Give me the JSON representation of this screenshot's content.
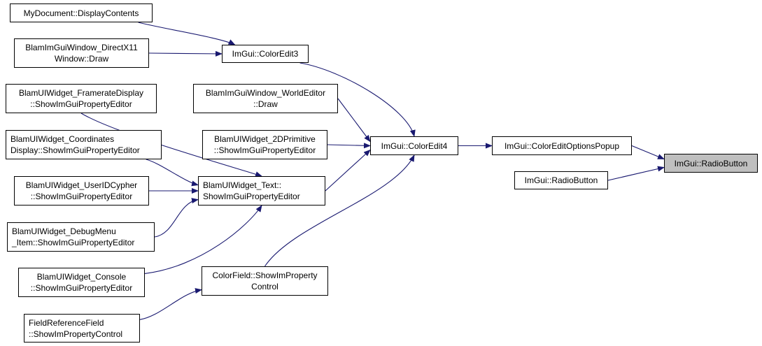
{
  "colors": {
    "edge": "#191970",
    "node_border": "#000000",
    "node_fill": "#ffffff",
    "current_fill": "#bfbfbf"
  },
  "nodes": {
    "radio_button_current": {
      "lines": [
        "ImGui::RadioButton"
      ]
    },
    "radio_button_other": {
      "lines": [
        "ImGui::RadioButton"
      ]
    },
    "color_edit_options_popup": {
      "lines": [
        "ImGui::ColorEditOptionsPopup"
      ]
    },
    "color_edit4": {
      "lines": [
        "ImGui::ColorEdit4"
      ]
    },
    "color_edit3": {
      "lines": [
        "ImGui::ColorEdit3"
      ]
    },
    "my_document_display_contents": {
      "lines": [
        "MyDocument::DisplayContents"
      ]
    },
    "directx11_window_draw": {
      "lines": [
        "BlamImGuiWindow_DirectX11",
        "Window::Draw"
      ]
    },
    "world_editor_draw": {
      "lines": [
        "BlamImGuiWindow_WorldEditor",
        "::Draw"
      ]
    },
    "primitive_2d_editor": {
      "lines": [
        "BlamUIWidget_2DPrimitive",
        "::ShowImGuiPropertyEditor"
      ]
    },
    "text_editor": {
      "lines": [
        "BlamUIWidget_Text::",
        "ShowImGuiPropertyEditor"
      ]
    },
    "framerate_display_editor": {
      "lines": [
        "BlamUIWidget_FramerateDisplay",
        "::ShowImGuiPropertyEditor"
      ]
    },
    "coordinates_display_editor": {
      "lines": [
        "BlamUIWidget_Coordinates",
        "Display::ShowImGuiPropertyEditor"
      ]
    },
    "userid_cypher_editor": {
      "lines": [
        "BlamUIWidget_UserIDCypher",
        "::ShowImGuiPropertyEditor"
      ]
    },
    "debug_menu_item_editor": {
      "lines": [
        "BlamUIWidget_DebugMenu",
        "_Item::ShowImGuiPropertyEditor"
      ]
    },
    "console_editor": {
      "lines": [
        "BlamUIWidget_Console",
        "::ShowImGuiPropertyEditor"
      ]
    },
    "color_field_show_property_control": {
      "lines": [
        "ColorField::ShowImProperty",
        "Control"
      ]
    },
    "field_reference_field_show_property_control": {
      "lines": [
        "FieldReferenceField",
        "::ShowImPropertyControl"
      ]
    }
  },
  "edges": [
    {
      "from": "color_edit_options_popup",
      "to": "radio_button_current"
    },
    {
      "from": "radio_button_other",
      "to": "radio_button_current"
    },
    {
      "from": "color_edit4",
      "to": "color_edit_options_popup"
    },
    {
      "from": "color_edit3",
      "to": "color_edit4"
    },
    {
      "from": "world_editor_draw",
      "to": "color_edit4"
    },
    {
      "from": "primitive_2d_editor",
      "to": "color_edit4"
    },
    {
      "from": "text_editor",
      "to": "color_edit4"
    },
    {
      "from": "color_field_show_property_control",
      "to": "color_edit4"
    },
    {
      "from": "my_document_display_contents",
      "to": "color_edit3"
    },
    {
      "from": "directx11_window_draw",
      "to": "color_edit3"
    },
    {
      "from": "framerate_display_editor",
      "to": "text_editor"
    },
    {
      "from": "coordinates_display_editor",
      "to": "text_editor"
    },
    {
      "from": "userid_cypher_editor",
      "to": "text_editor"
    },
    {
      "from": "debug_menu_item_editor",
      "to": "text_editor"
    },
    {
      "from": "console_editor",
      "to": "text_editor"
    },
    {
      "from": "field_reference_field_show_property_control",
      "to": "color_field_show_property_control"
    }
  ]
}
